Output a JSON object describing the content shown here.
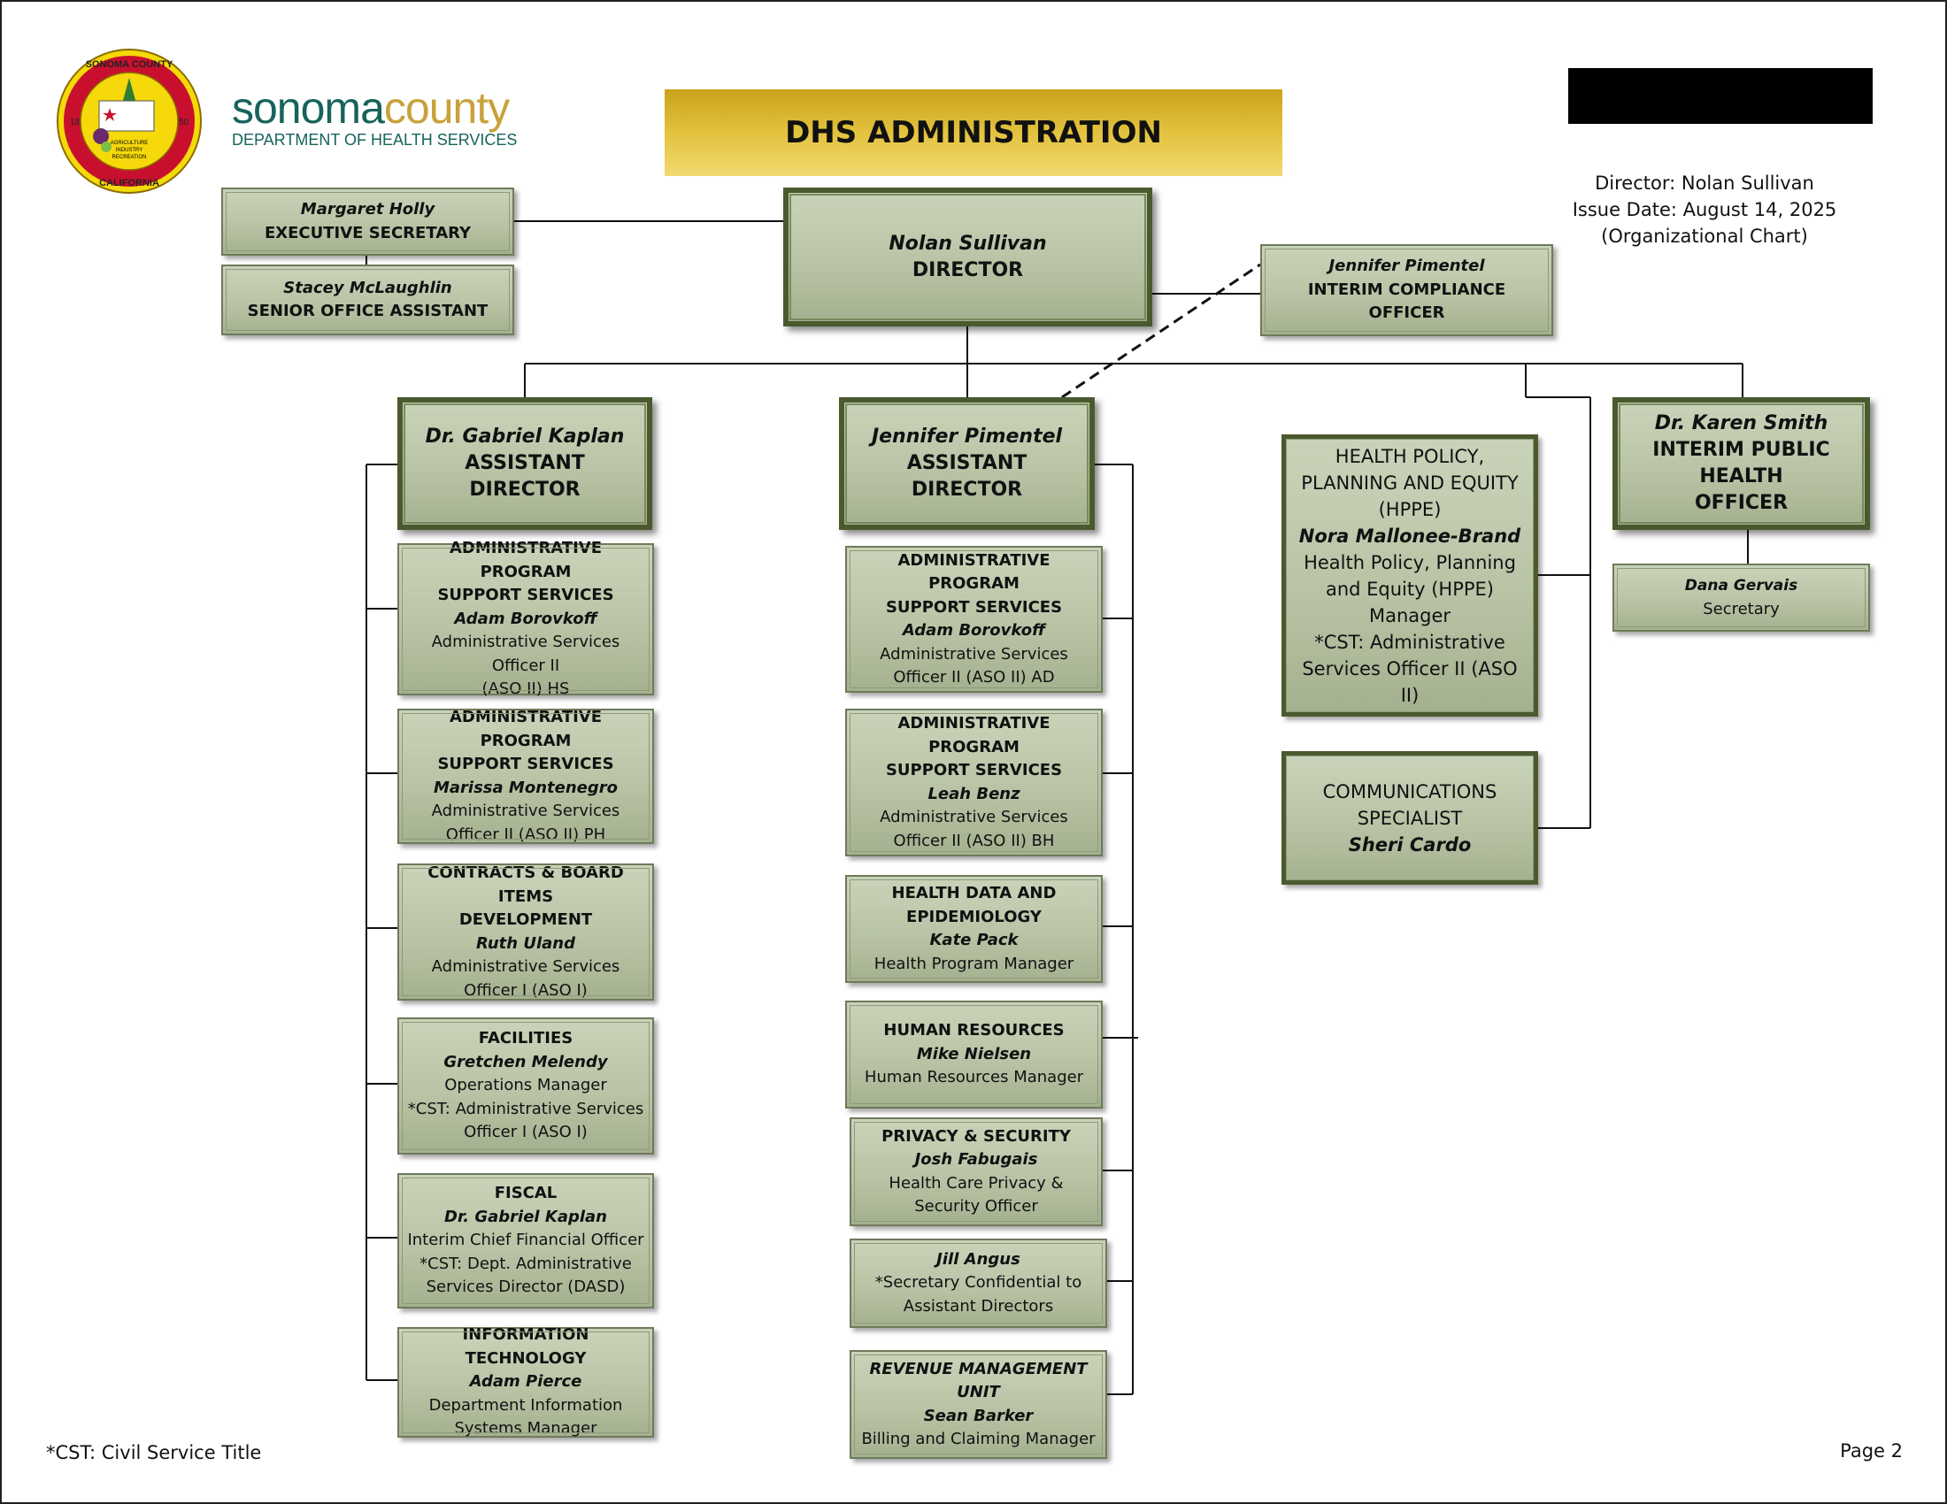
{
  "title": "DHS ADMINISTRATION",
  "logos": {
    "seal_text": [
      "SONOMA COUNTY",
      "CALIFORNIA",
      "18",
      "50",
      "AGRICULTURE",
      "INDUSTRY",
      "RECREATION"
    ],
    "dhs_logo": {
      "word1": "sonoma",
      "word2": "county",
      "subtitle": "DEPARTMENT OF HEALTH SERVICES"
    }
  },
  "colors": {
    "box_fill": "#b9c4a6",
    "box_border": "#4a5a2e",
    "title_gold": "#e0bd3a",
    "logo_teal": "#17635c",
    "logo_gold": "#c9a13b",
    "seal_red": "#c8102e",
    "seal_yellow": "#f5d90a"
  },
  "info": {
    "director": "Director: Nolan Sullivan",
    "issue_date": "Issue Date: August 14, 2025",
    "doc_type": "(Organizational Chart)"
  },
  "footer": {
    "note": "*CST: Civil Service Title",
    "page": "Page 2"
  },
  "boxes": {
    "margaret": {
      "name": "Margaret Holly",
      "title": [
        "EXECUTIVE SECRETARY"
      ]
    },
    "stacey": {
      "name": "Stacey McLaughlin",
      "title": [
        "SENIOR OFFICE ASSISTANT"
      ]
    },
    "director": {
      "name": "Nolan Sullivan",
      "title": [
        "DIRECTOR"
      ]
    },
    "compliance": {
      "name": "Jennifer Pimentel",
      "title": [
        "INTERIM COMPLIANCE OFFICER"
      ]
    },
    "kaplan": {
      "name": "Dr. Gabriel Kaplan",
      "title": [
        "ASSISTANT DIRECTOR"
      ]
    },
    "pimentel": {
      "name": "Jennifer Pimentel",
      "title": [
        "ASSISTANT DIRECTOR"
      ]
    },
    "hppe": {
      "heading": [
        "HEALTH POLICY,",
        "PLANNING AND EQUITY",
        "(HPPE)"
      ],
      "name": "Nora Mallonee-Brand",
      "title": [
        "Health Policy, Planning",
        "and Equity (HPPE)",
        "Manager",
        "*CST: Administrative",
        "Services Officer II (ASO II)"
      ]
    },
    "smith": {
      "name": "Dr. Karen Smith",
      "title": [
        "INTERIM PUBLIC HEALTH",
        "OFFICER"
      ]
    },
    "dana": {
      "name": "Dana Gervais",
      "title": [
        "Secretary"
      ]
    },
    "comms": {
      "heading": [
        "COMMUNICATIONS",
        "SPECIALIST"
      ],
      "name": "Sheri Cardo",
      "title": []
    },
    "l1": {
      "heading": [
        "ADMINISTRATIVE PROGRAM",
        "SUPPORT SERVICES"
      ],
      "name": "Adam Borovkoff",
      "title": [
        "Administrative Services",
        "Officer II",
        "(ASO II) HS"
      ]
    },
    "l2": {
      "heading": [
        "ADMINISTRATIVE PROGRAM",
        "SUPPORT SERVICES"
      ],
      "name": "Marissa Montenegro",
      "title": [
        "Administrative Services",
        "Officer II (ASO II) PH"
      ]
    },
    "l3": {
      "heading": [
        "CONTRACTS & BOARD ITEMS",
        "DEVELOPMENT"
      ],
      "name": "Ruth Uland",
      "title": [
        "Administrative Services",
        "Officer I (ASO I)"
      ]
    },
    "l4": {
      "heading": [
        "FACILITIES"
      ],
      "name": "Gretchen Melendy",
      "title": [
        "Operations Manager",
        "*CST: Administrative Services",
        "Officer I (ASO I)"
      ]
    },
    "l5": {
      "heading": [
        "FISCAL"
      ],
      "name": "Dr. Gabriel Kaplan",
      "title": [
        "Interim Chief Financial Officer",
        "*CST: Dept. Administrative",
        "Services Director (DASD)"
      ]
    },
    "l6": {
      "heading": [
        "INFORMATION TECHNOLOGY"
      ],
      "name": "Adam Pierce",
      "title": [
        "Department Information",
        "Systems Manager"
      ]
    },
    "m1": {
      "heading": [
        "ADMINISTRATIVE PROGRAM",
        "SUPPORT SERVICES"
      ],
      "name": "Adam Borovkoff",
      "title": [
        "Administrative Services",
        "Officer II (ASO II) AD"
      ]
    },
    "m2": {
      "heading": [
        "ADMINISTRATIVE PROGRAM",
        "SUPPORT SERVICES"
      ],
      "name": "Leah Benz",
      "title": [
        "Administrative Services",
        "Officer II (ASO II) BH"
      ]
    },
    "m3": {
      "heading": [
        "HEALTH DATA AND",
        "EPIDEMIOLOGY"
      ],
      "name": "Kate Pack",
      "title": [
        "Health Program Manager"
      ]
    },
    "m4": {
      "heading": [
        "HUMAN RESOURCES"
      ],
      "name": "Mike Nielsen",
      "title": [
        "Human Resources Manager"
      ]
    },
    "m5": {
      "heading": [
        "PRIVACY & SECURITY"
      ],
      "name": "Josh Fabugais",
      "title": [
        "Health Care Privacy &",
        "Security Officer"
      ]
    },
    "m6": {
      "heading": [],
      "name": "Jill Angus",
      "title": [
        "*Secretary Confidential to",
        "Assistant Directors"
      ]
    },
    "m7": {
      "heading": [],
      "name": "REVENUE MANAGEMENT UNIT",
      "title": [
        "Sean Barker",
        "Billing and Claiming Manager"
      ]
    }
  }
}
